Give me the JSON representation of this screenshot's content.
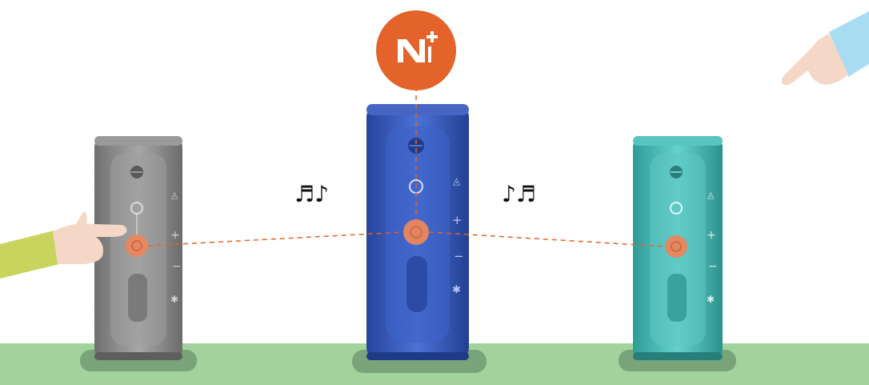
{
  "colors": {
    "ground": "#a3d39c",
    "shadow": "#79a47a",
    "accent": "#e3632a",
    "speaker_left": "#8b8b8b",
    "speaker_center": "#3457b8",
    "speaker_right": "#46b8b4",
    "sleeve_left": "#c9d45f",
    "sleeve_right": "#a8dcf2",
    "skin": "#f4d7c6"
  },
  "icons": {
    "connect": "connect-plus-icon",
    "music_left": "music-notes-icon",
    "music_right": "music-notes-icon"
  },
  "speakers": [
    {
      "id": "left",
      "color_key": "speaker_left"
    },
    {
      "id": "center",
      "color_key": "speaker_center"
    },
    {
      "id": "right",
      "color_key": "speaker_right"
    }
  ]
}
